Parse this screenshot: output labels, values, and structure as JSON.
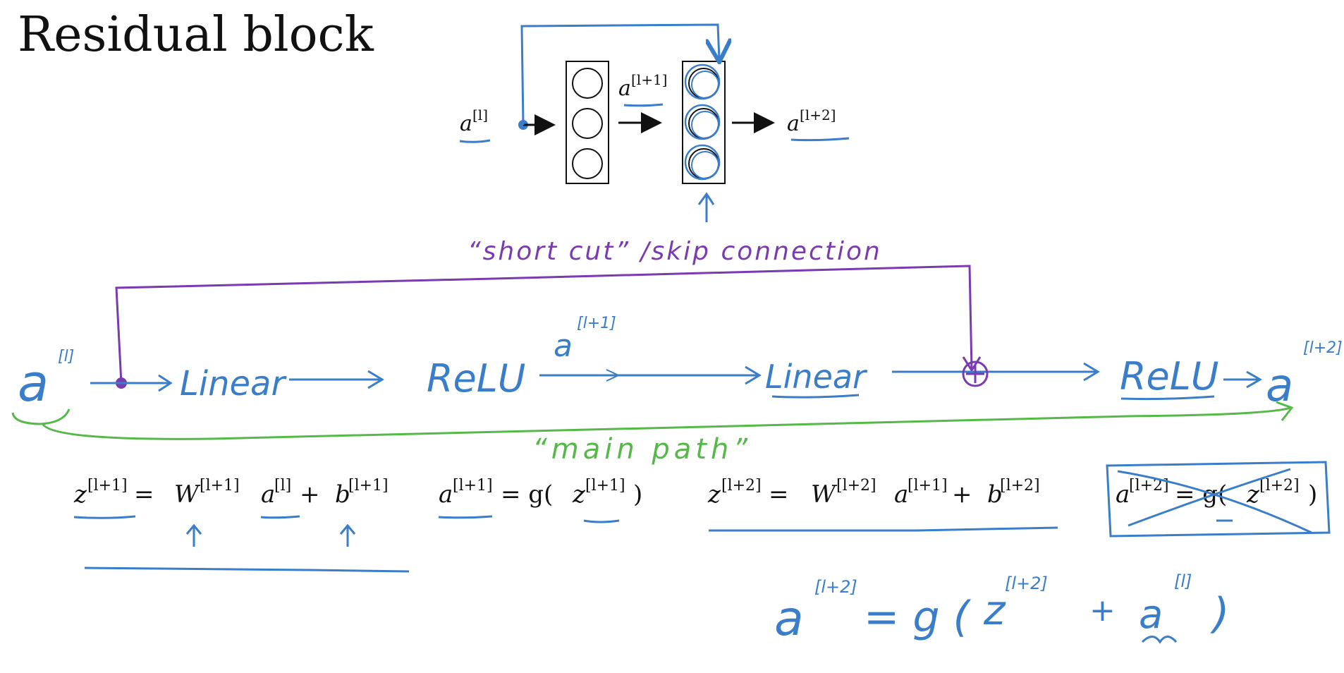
{
  "title": "Residual block",
  "colors": {
    "ink": "#111111",
    "blue": "#3a7dc9",
    "purple": "#7a3ab0",
    "green": "#56b84a"
  },
  "top_diagram": {
    "input": {
      "base": "a",
      "sup": "[l]"
    },
    "hidden": {
      "base": "a",
      "sup": "[l+1]"
    },
    "output": {
      "base": "a",
      "sup": "[l+2]"
    },
    "annotation": "“short cut” /skip connection"
  },
  "path": {
    "input": {
      "base": "a",
      "sup": "[l]"
    },
    "stage1": "Linear",
    "stage2": "ReLU",
    "mid": {
      "base": "a",
      "sup": "[l+1]"
    },
    "stage3": "Linear",
    "stage4": "ReLU",
    "output": {
      "base": "a",
      "sup": "[l+2]"
    },
    "main_path": "“main path”"
  },
  "equations": {
    "eq1": {
      "z": "z",
      "zs": "[l+1]",
      "eq": " = ",
      "W": "W",
      "Ws": "[l+1]",
      "a": "a",
      "as": "[l]",
      "plus": " + ",
      "b": "b",
      "bs": "[l+1]"
    },
    "eq2": {
      "a": "a",
      "as": "[l+1]",
      "eq": " = g(",
      "z": "z",
      "zs": "[l+1]",
      "close": ")"
    },
    "eq3": {
      "z": "z",
      "zs": "[l+2]",
      "eq": " = ",
      "W": "W",
      "Ws": "[l+2]",
      "a": "a",
      "as": "[l+1]",
      "plus": " + ",
      "b": "b",
      "bs": "[l+2]"
    },
    "eq4": {
      "a": "a",
      "as": "[l+2]",
      "eq": " = g(",
      "z": "z",
      "zs": "[l+2]",
      "close": ")"
    },
    "eq5": {
      "a": "a",
      "as": "[l+2]",
      "eq": " = g ( ",
      "z": "z",
      "zs": "[l+2]",
      "plus": " + ",
      "a2": "a",
      "a2s": "[l]",
      "close": " )"
    }
  }
}
